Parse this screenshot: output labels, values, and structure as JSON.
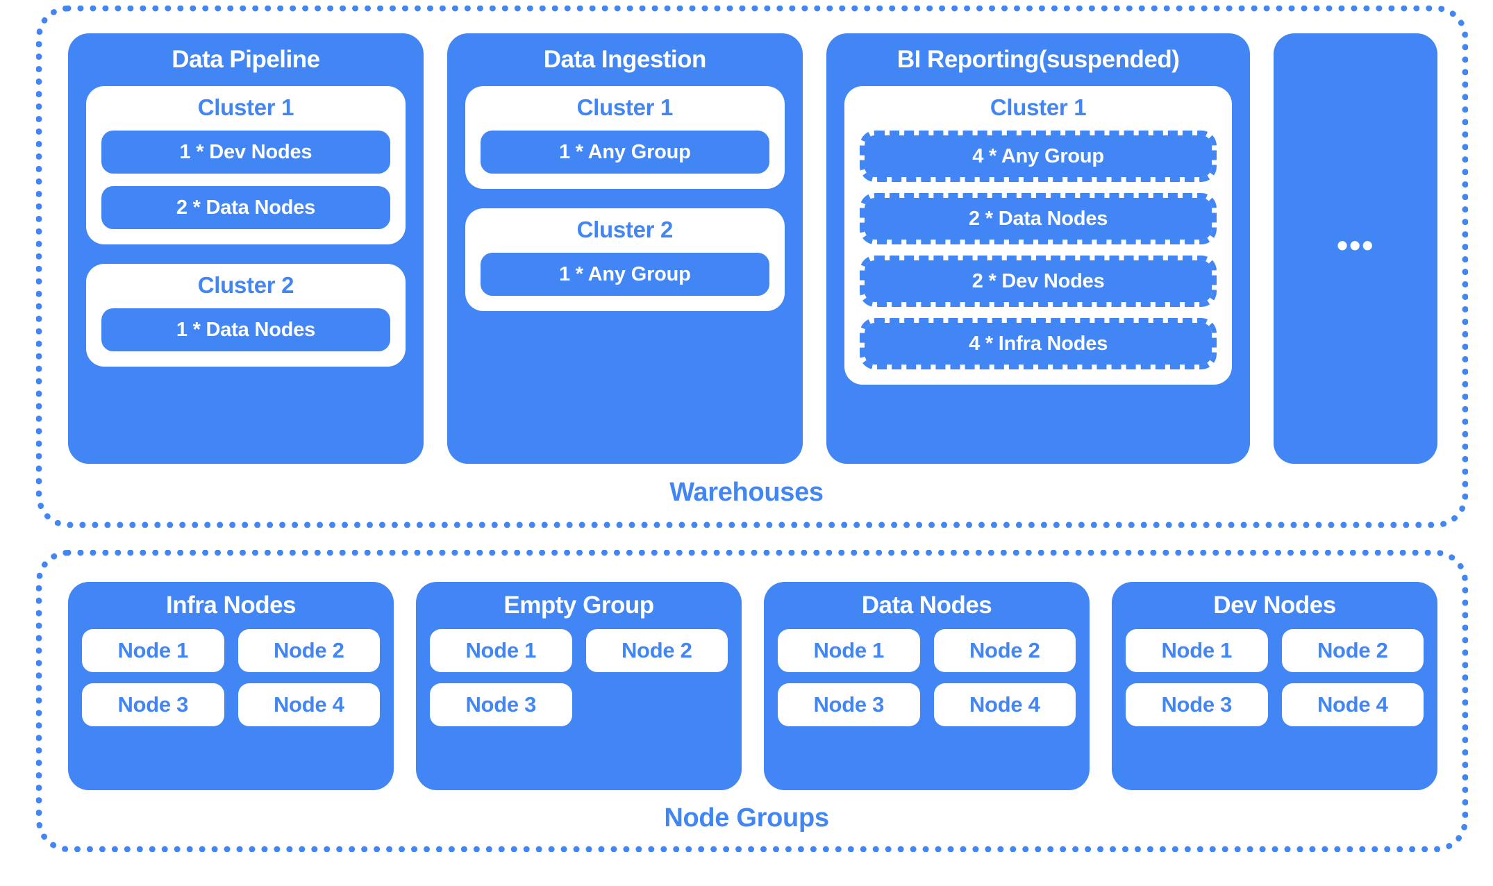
{
  "colors": {
    "brand_blue": "#4285f4",
    "white": "#ffffff"
  },
  "sections": {
    "warehouses": {
      "caption": "Warehouses",
      "warehouses": [
        {
          "title": "Data Pipeline",
          "suspended": false,
          "clusters": [
            {
              "title": "Cluster 1",
              "specs": [
                "1 * Dev Nodes",
                "2 * Data Nodes"
              ]
            },
            {
              "title": "Cluster 2",
              "specs": [
                "1 * Data Nodes"
              ]
            }
          ]
        },
        {
          "title": "Data Ingestion",
          "suspended": false,
          "clusters": [
            {
              "title": "Cluster 1",
              "specs": [
                "1 * Any Group"
              ]
            },
            {
              "title": "Cluster 2",
              "specs": [
                "1 * Any Group"
              ]
            }
          ]
        },
        {
          "title": "BI Reporting(suspended)",
          "suspended": true,
          "clusters": [
            {
              "title": "Cluster 1",
              "specs": [
                "4 * Any Group",
                "2 * Data Nodes",
                "2 * Dev Nodes",
                "4 * Infra Nodes"
              ]
            }
          ]
        },
        {
          "title": "",
          "ellipsis": "•••",
          "suspended": false,
          "clusters": []
        }
      ]
    },
    "node_groups": {
      "caption": "Node Groups",
      "groups": [
        {
          "title": "Infra Nodes",
          "nodes": [
            "Node 1",
            "Node 2",
            "Node 3",
            "Node 4"
          ]
        },
        {
          "title": "Empty Group",
          "nodes": [
            "Node 1",
            "Node 2",
            "Node 3"
          ]
        },
        {
          "title": "Data Nodes",
          "nodes": [
            "Node 1",
            "Node 2",
            "Node 3",
            "Node 4"
          ]
        },
        {
          "title": "Dev Nodes",
          "nodes": [
            "Node 1",
            "Node 2",
            "Node 3",
            "Node 4"
          ]
        }
      ]
    }
  }
}
